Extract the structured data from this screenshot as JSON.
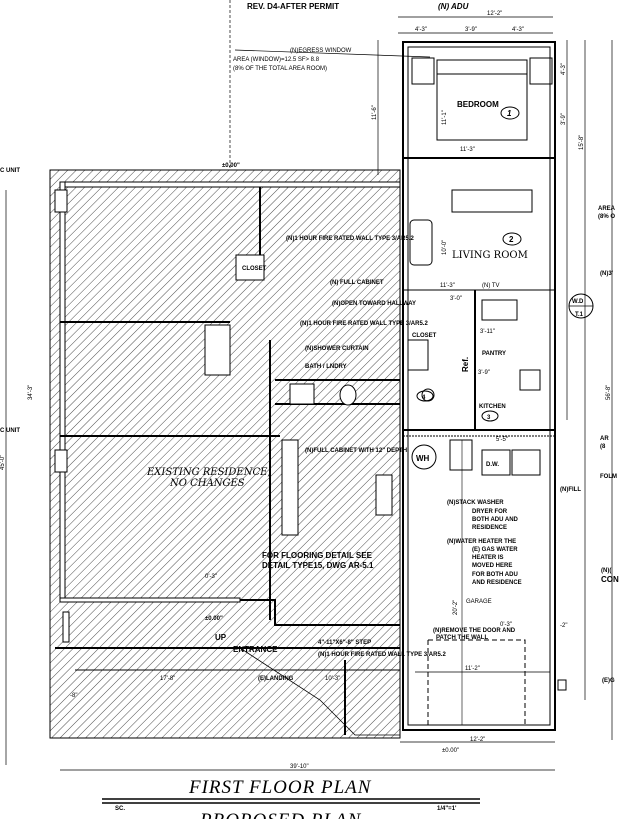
{
  "header": {
    "revision": "REV. D4-AFTER PERMIT",
    "adu_title": "(N) ADU"
  },
  "dimensions": {
    "adu_width_top": "12'-2\"",
    "seg_a": "4'-3\"",
    "seg_b": "3'-9\"",
    "seg_c": "4'-3\"",
    "bedroom_height": "11'-6\"",
    "bedroom_inner_height": "11'-1\"",
    "bedroom_width": "11'-3\"",
    "right_a": "4'-3\"",
    "right_b": "3'-9\"",
    "right_c": "15'-8\"",
    "living_height": "10'-0\"",
    "living_width": "11'-3\"",
    "closet_w": "3'-0\"",
    "kitchen_a": "3'-9\"",
    "kitchen_b": "5'-5\"",
    "kitchen_c": "3'-11\"",
    "garage_height": "20'-2\"",
    "garage_width": "11'-2\"",
    "garage_step": "0'-3\"",
    "garage_ext": "-2\"",
    "adu_width_bottom": "12'-2\"",
    "overall_width": "39'-10\"",
    "left_a": "34'-3\"",
    "left_b": "45'-0\"",
    "right_total": "56'-8\"",
    "porch_a": "17'-8\"",
    "porch_b": "10'-3\"",
    "ext_grade": "-8\"",
    "elev_a": "±0.00\"",
    "elev_b": "±0.00\"",
    "elev_c": "±0.00\"",
    "elev_d": "±0.00\""
  },
  "notes": {
    "egress_1": "(N)EGRESS WINDOW",
    "egress_2": "AREA (WINDOW)=12.5 SF> 8.8",
    "egress_3": "(8% OF THE TOTAL AREA ROOM)",
    "fire_wall_1": "(N)1 HOUR FIRE RATED WALL TYPE 3/AR5.2",
    "cabinet": "(N) FULL CABINET",
    "hallway": "(N)OPEN TOWARD HALLWAY",
    "fire_wall_2": "(N)1 HOUR FIRE RATED WALL TYPE 3/AR5.2",
    "shower": "(N)SHOWER CURTAIN",
    "bath": "BATH / LNDRY",
    "cabinet_depth": "(N)FULL CABINET WITH 12\" DEPTH",
    "washer_1": "(N)STACK WASHER",
    "washer_2": "DRYER FOR",
    "washer_3": "BOTH ADU AND",
    "washer_4": "RESIDENCE",
    "heater_1": "(N)WATER HEATER THE",
    "heater_2": "(E) GAS WATER",
    "heater_3": "HEATER IS",
    "heater_4": "MOVED HERE",
    "heater_5": "FOR BOTH ADU",
    "heater_6": "AND RESIDENCE",
    "remove_door_1": "(N)REMOVE THE DOOR AND",
    "remove_door_2": "PATCH THE WALL",
    "flooring_1": "FOR FLOORING DETAIL SEE",
    "flooring_2": "DETAIL TYPE15, DWG AR-5.1",
    "fire_wall_3": "(N)1 HOUR FIRE RATED WALL TYPE 3/AR5.2",
    "fill": "(N)FILL",
    "tv": "(N) TV",
    "step": "4\"-11\"X6\"-8\" STEP",
    "landing": "(E)LANDING",
    "entrance": "ENTRANCE",
    "up": "UP",
    "c_unit_1": "C UNIT",
    "c_unit_2": "C UNIT",
    "cut_area": "AREA",
    "cut_pct": "(8% O",
    "cut_n3": "(N)3'",
    "cut_ar": "AR",
    "cut_ar2": "(8",
    "cut_folm": "FOLM",
    "cut_nc": "(N)(",
    "cut_con": "CON",
    "cut_eg": "(E)G"
  },
  "rooms": {
    "bedroom": "BEDROOM",
    "bedroom_no": "1",
    "living": "LIVING ROOM",
    "living_no": "2",
    "kitchen": "KITCHEN",
    "kitchen_no": "3",
    "bath_no": "4",
    "closet": "CLOSET",
    "closet2": "CLOSET",
    "pantry": "PANTRY",
    "ref": "Ref.",
    "garage": "GARAGE",
    "wh": "WH",
    "dw": "D.W.",
    "existing_1": "EXISTING RESIDENCE,",
    "existing_2": "NO CHANGES"
  },
  "tags": {
    "wd_1": "W.D",
    "wd_2": "T.1"
  },
  "footer": {
    "title": "FIRST FLOOR PLAN",
    "subtitle": "PROPOSED PLAN",
    "scale_label": "SC.",
    "scale": "1/4\"=1'"
  }
}
